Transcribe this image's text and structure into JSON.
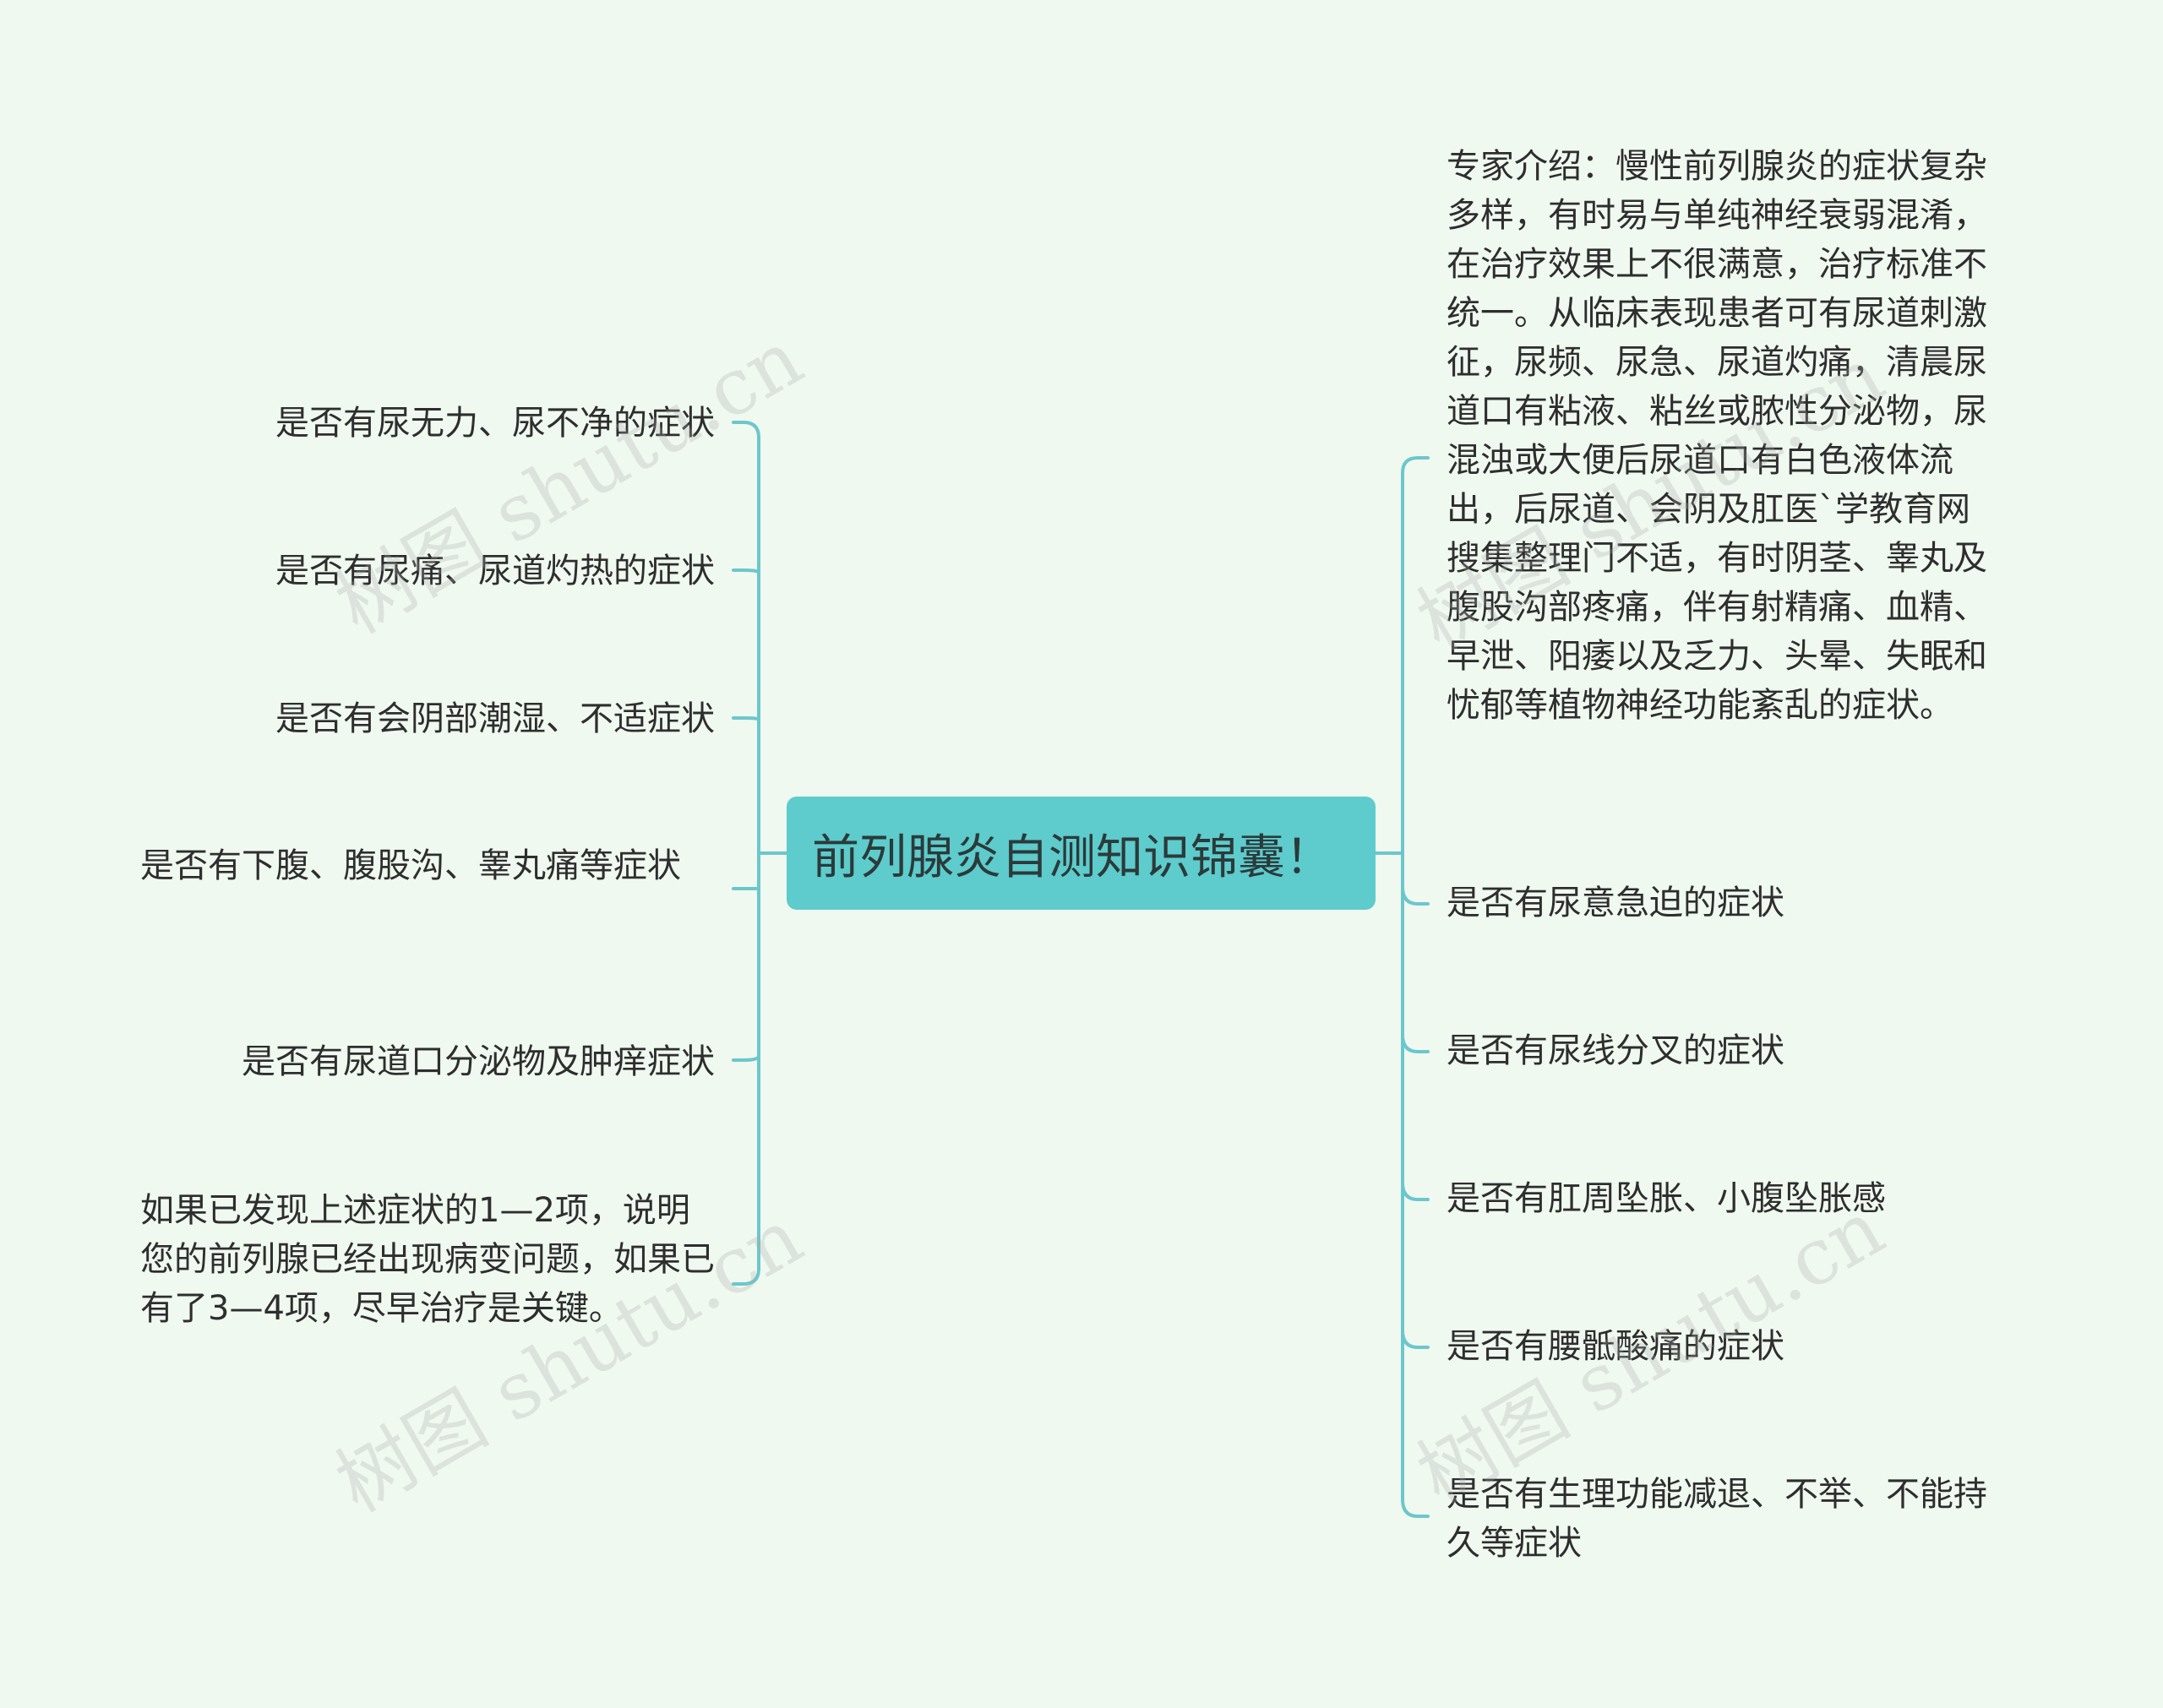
{
  "root": {
    "label": "前列腺炎自测知识锦囊！"
  },
  "left_nodes": [
    "是否有尿无力、尿不净的症状",
    "是否有尿痛、尿道灼热的症状",
    "是否有会阴部潮湿、不适症状",
    "是否有下腹、腹股沟、睾丸痛等症状",
    "是否有尿道口分泌物及肿痒症状",
    "如果已发现上述症状的1—2项，说明您的前列腺已经出现病变问题，如果已有了3—4项，尽早治疗是关键。"
  ],
  "right_nodes": [
    "专家介绍：慢性前列腺炎的症状复杂多样，有时易与单纯神经衰弱混淆，在治疗效果上不很满意，治疗标准不统一。从临床表现患者可有尿道刺激征，尿频、尿急、尿道灼痛，清晨尿道口有粘液、粘丝或脓性分泌物，尿混浊或大便后尿道口有白色液体流出，后尿道、会阴及肛医`学教育网 搜集整理门不适，有时阴茎、睾丸及腹股沟部疼痛，伴有射精痛、血精、早泄、阳痿以及乏力、头晕、失眠和忧郁等植物神经功能紊乱的症状。",
    "是否有尿意急迫的症状",
    "是否有尿线分叉的症状",
    "是否有肛周坠胀、小腹坠胀感",
    "是否有腰骶酸痛的症状",
    "是否有生理功能减退、不举、不能持久等症状"
  ],
  "watermark": "树图 shutu.cn",
  "colors": {
    "background": "#f0f9f0",
    "root_fill": "#5ecbcc",
    "connector": "#6cc7cc"
  }
}
